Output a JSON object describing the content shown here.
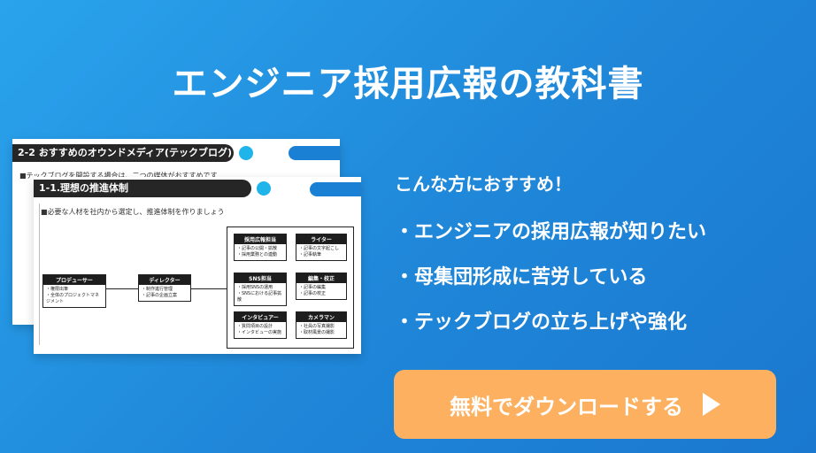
{
  "title": "エンジニア採用広報の教科書",
  "slides": {
    "back": {
      "heading": "2-2 おすすめのオウンドメディア(テックブログ)",
      "text": "■テックブログを開設する場合は、二つの媒体がおすすめです"
    },
    "front": {
      "heading": "1-1.理想の推進体制",
      "text": "■必要な人材を社内から選定し、推進体制を作りましょう",
      "roles": [
        {
          "title": "プロデューサー",
          "lines": [
            "・権限出筆",
            "・全体のプロジェクトマネジメント"
          ]
        },
        {
          "title": "ディレクター",
          "lines": [
            "・制作進行管理",
            "・記事の企画立案"
          ]
        },
        {
          "title": "採用広報担当",
          "lines": [
            "・記事の公開・拡散",
            "・採用業務との連動"
          ]
        },
        {
          "title": "ライター",
          "lines": [
            "・記事の文字起こし",
            "・記事執筆"
          ]
        },
        {
          "title": "SNS担当",
          "lines": [
            "・採用SNSの運用",
            "・SNSにおける記事拡散"
          ]
        },
        {
          "title": "編集・校正",
          "lines": [
            "・記事の編集",
            "・記事の校正"
          ]
        },
        {
          "title": "インタビュアー",
          "lines": [
            "・質問項目の設計",
            "・インタビューの実施"
          ]
        },
        {
          "title": "カメラマン",
          "lines": [
            "・社員の写真撮影",
            "・取材風景の撮影"
          ]
        }
      ]
    }
  },
  "subtitle": "こんな方におすすめ！",
  "bullets": [
    "エンジニアの採用広報が知りたい",
    "母集団形成に苦労している",
    "テックブログの立ち上げや強化"
  ],
  "cta": {
    "label": "無料でダウンロードする",
    "icon": "play-triangle-icon",
    "color": "#fcb060"
  }
}
